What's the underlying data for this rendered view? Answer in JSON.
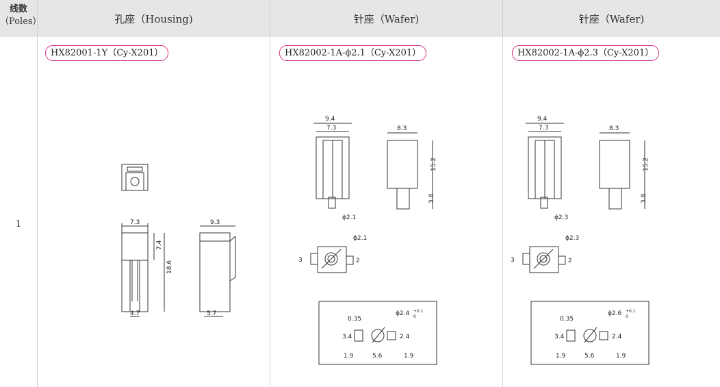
{
  "header": {
    "poles_cn": "线数",
    "poles_en": "（Poles）",
    "col1": "孔座（Housing)",
    "col2": "针座（Wafer)",
    "col3": "针座（Wafer)"
  },
  "row": {
    "poles": "1",
    "housing_part": "HX82001-1Y（Cy-X201）",
    "wafer1_part": "HX82002-1A-ϕ2.1（Cy-X201）",
    "wafer2_part": "HX82002-1A-ϕ2.3（Cy-X201）"
  },
  "housing_dims": {
    "width_top": "7.3",
    "height_upper": "7.4",
    "height_total": "18.6",
    "width_bottom": "4.7",
    "side_width_top": "9.3",
    "side_width_bottom": "5.7"
  },
  "wafer1_dims": {
    "width_outer": "9.4",
    "width_inner": "7.3",
    "side_width": "8.3",
    "height": "15.2",
    "pin_height": "3.8",
    "pin_dia": "ϕ2.1",
    "top_pin_dia": "ϕ2.1",
    "top_w": "3",
    "top_pin": "2",
    "pcb_hole": "ϕ2.4",
    "pcb_tol_plus": "+0.1",
    "pcb_tol_minus": "0",
    "pcb_035": "0.35",
    "pcb_34": "3.4",
    "pcb_24": "2.4",
    "pcb_19a": "1.9",
    "pcb_56": "5.6",
    "pcb_19b": "1.9"
  },
  "wafer2_dims": {
    "width_outer": "9.4",
    "width_inner": "7.3",
    "side_width": "8.3",
    "height": "15.2",
    "pin_height": "3.8",
    "pin_dia": "ϕ2.3",
    "top_pin_dia": "ϕ2.3",
    "top_w": "3",
    "top_pin": "2",
    "pcb_hole": "ϕ2.6",
    "pcb_tol_plus": "+0.1",
    "pcb_tol_minus": "0",
    "pcb_035": "0.35",
    "pcb_34": "3.4",
    "pcb_24": "2.4",
    "pcb_19a": "1.9",
    "pcb_56": "5.6",
    "pcb_19b": "1.9"
  }
}
